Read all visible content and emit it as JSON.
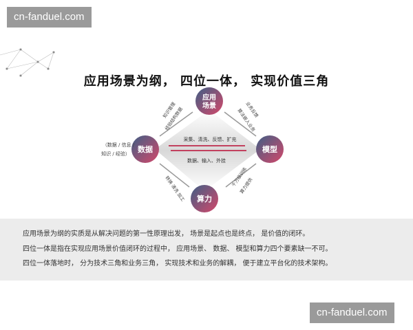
{
  "watermark": "cn-fanduel.com",
  "title": "应用场景为纲， 四位一体， 实现价值三角",
  "nodes": {
    "top": [
      "应用",
      "场景"
    ],
    "left": "数据",
    "right": "模型",
    "bottom": "算力"
  },
  "left_note": [
    "（数据 / 信息 /",
    "知识 / 经验）"
  ],
  "edges": {
    "top_left": [
      "知识管理",
      "经验结构数据"
    ],
    "top_right": [
      "业务反馈",
      "算法嵌入业务"
    ],
    "bottom_left": "转换 清洗 加工",
    "bottom_right": [
      "千万级训练",
      "算力提供"
    ]
  },
  "center": {
    "upper": "采集、清洗、反馈、扩充",
    "lower": "数据、输入、外挂"
  },
  "accent": "#c2405e",
  "paragraphs": [
    "应用场景为纲的实质是从解决问题的第一性原理出发， 场景是起点也是终点， 是价值的闭环。",
    "四位一体是指在实现应用场景价值闭环的过程中， 应用场景、 数据、 模型和算力四个要素缺一不可。",
    "四位一体落地时， 分为技术三角和业务三角， 实现技术和业务的解耦， 便于建立平台化的技术架构。"
  ]
}
